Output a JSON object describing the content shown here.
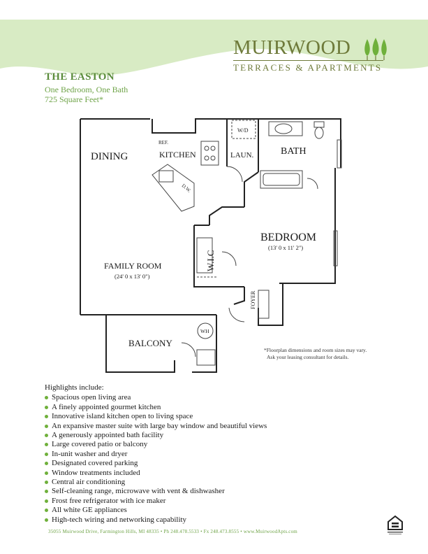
{
  "brand": {
    "name": "MUIRWOOD",
    "subtitle": "TERRACES & APARTMENTS"
  },
  "unit": {
    "name": "THE EASTON",
    "type": "One Bedroom, One Bath",
    "area": "725 Square Feet*"
  },
  "rooms": {
    "dining": "DINING",
    "kitchen": "KITCHEN",
    "ref": "REF.",
    "dw": "D.W.",
    "laundry": "LAUN.",
    "wd": "W/D",
    "bath": "BATH",
    "bedroom": "BEDROOM",
    "bedroom_size": "(13' 0 x 11' 2\")",
    "family_room": "FAMILY ROOM",
    "family_room_size": "(24' 0 x 13' 0\")",
    "wic": "W.I.C",
    "foyer": "FOYER",
    "balcony": "BALCONY",
    "wh": "WH"
  },
  "disclaimer": {
    "line1": "*Floorplan dimensions and room sizes may vary.",
    "line2": "Ask your leasing consultant for details."
  },
  "highlights": {
    "title": "Highlights include:",
    "items": [
      "Spacious open living area",
      "A finely appointed gourmet kitchen",
      "Innovative island kitchen open to living space",
      "An expansive master suite with large bay window and beautiful views",
      "A generously appointed bath facility",
      "Large covered patio or balcony",
      "In-unit washer and dryer",
      "Designated covered parking",
      "Window treatments included",
      "Central air conditioning",
      "Self-cleaning range, microwave with vent & dishwasher",
      "Frost free refrigerator with ice maker",
      "All white GE appliances",
      "High-tech wiring and networking capability"
    ]
  },
  "footer": {
    "text": "35055 Muirwood Drive, Farmington Hills, MI 48335 • Ph 248.478.5533 • Fx 248.473.8555 • www.MuirwoodApts.com"
  },
  "colors": {
    "brand_olive": "#6e7a3a",
    "accent_green": "#6fb03b",
    "header_wave": "#d8ebc4"
  }
}
